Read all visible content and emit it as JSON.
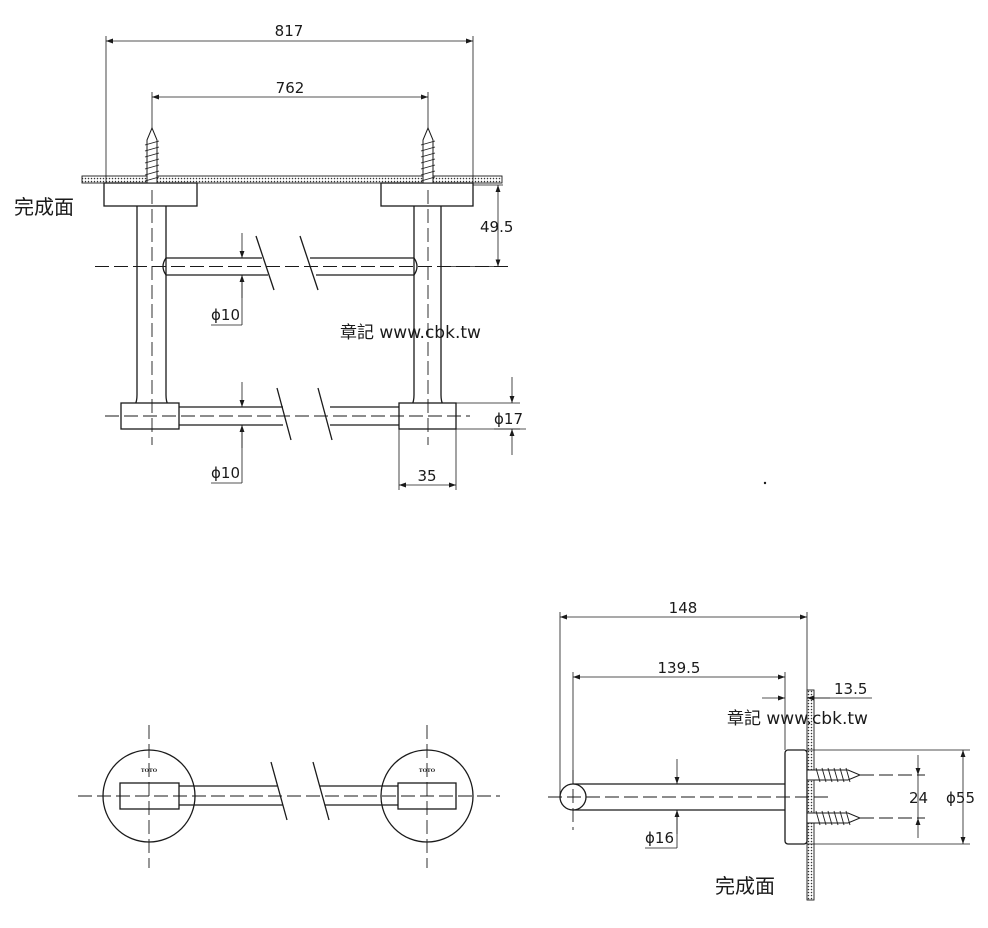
{
  "labels": {
    "finished_surface": "完成面",
    "watermark": "章記 www.cbk.tw",
    "brand": "TOTO"
  },
  "dimensions": {
    "front_overall_width": "817",
    "front_mount_spacing": "762",
    "front_bar_offset": "49.5",
    "front_upper_rod_dia": "ϕ10",
    "front_lower_rod_dia": "ϕ10",
    "front_bracket_dia": "ϕ17",
    "front_bracket_width": "35",
    "side_projection": "148",
    "side_rod_projection": "139.5",
    "side_base_depth": "13.5",
    "side_screw_spacing": "24",
    "side_base_dia": "ϕ55",
    "side_rod_dia": "ϕ16"
  }
}
